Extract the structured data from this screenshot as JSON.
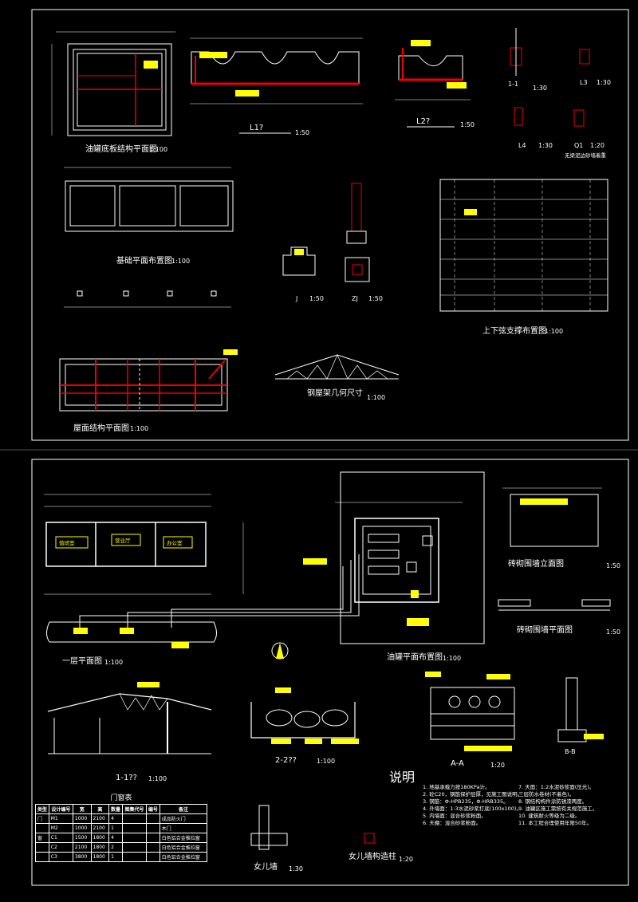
{
  "sheet1": {
    "titles": {
      "tank_base": "油罐底板结构平面图",
      "l1": "L1?",
      "l2": "L2?",
      "sec11": "1-1",
      "l3": "L3",
      "l4": "L4",
      "q1": "Q1",
      "frame_note": "无梁泥边砂墙着重",
      "foundation": "基础平面布置图",
      "j": "J",
      "zj": "ZJ",
      "bracing": "上下弦支撑布置图",
      "roof": "屋面结构平面图",
      "truss": "钢屋架几何尺寸"
    },
    "scales": {
      "s100": "1:100",
      "s50": "1:50",
      "s30": "1:30",
      "s20": "1:20"
    }
  },
  "sheet2": {
    "titles": {
      "floor1": "一层平面图",
      "tank_layout": "油罐平面布置图",
      "brick_elev": "砖砌围墙立面图",
      "brick_plan": "砖砌围墙平面图",
      "sec11": "1-1??",
      "sec22": "2-2??",
      "secAA": "A-A",
      "secBB": "B-B",
      "notes": "说明",
      "parapet": "女儿墙",
      "parapet_col": "女儿墙构造柱",
      "door_table": "门窗表"
    },
    "rooms": [
      "值班室",
      "营业厅",
      "办公室"
    ],
    "notes": [
      "1. 地基承载力按180KPa计。",
      "2. 砼C20，钢筋保护层厚，见施工图说明。",
      "3. 钢筋：Φ-HPB235，Φ-HRB335。",
      "4. 外墙面：1:3水泥砂浆打底(100x100)。",
      "5. 内墙面：混合砂浆粉面。",
      "6. 天棚：混合砂浆粉面。",
      "7. 天面：1:2水泥砂浆面(压光)。",
      "   三层防水卷材(不着色)。",
      "8. 钢结构构件涂防锈漆两度。",
      "9. 油罐区施工需按有关规范施工。",
      "10. 建筑耐火等级为二级。",
      "11. 本工程合理使用年限50年。"
    ],
    "door_table": {
      "headers": [
        "类型",
        "设计编号",
        "宽",
        "高",
        "数量",
        "图集代号",
        "编号",
        "备注"
      ],
      "rows": [
        [
          "门",
          "M1",
          "1000",
          "2100",
          "4",
          "",
          "",
          "成品防火门"
        ],
        [
          "",
          "M2",
          "1000",
          "2100",
          "1",
          "",
          "",
          "木门"
        ],
        [
          "窗",
          "C1",
          "1500",
          "1800",
          "4",
          "",
          "",
          "白色铝合金推拉窗"
        ],
        [
          "",
          "C2",
          "2100",
          "1800",
          "2",
          "",
          "",
          "白色铝合金推拉窗"
        ],
        [
          "",
          "C3",
          "3800",
          "1800",
          "1",
          "",
          "",
          "白色铝合金推拉窗"
        ]
      ]
    }
  }
}
